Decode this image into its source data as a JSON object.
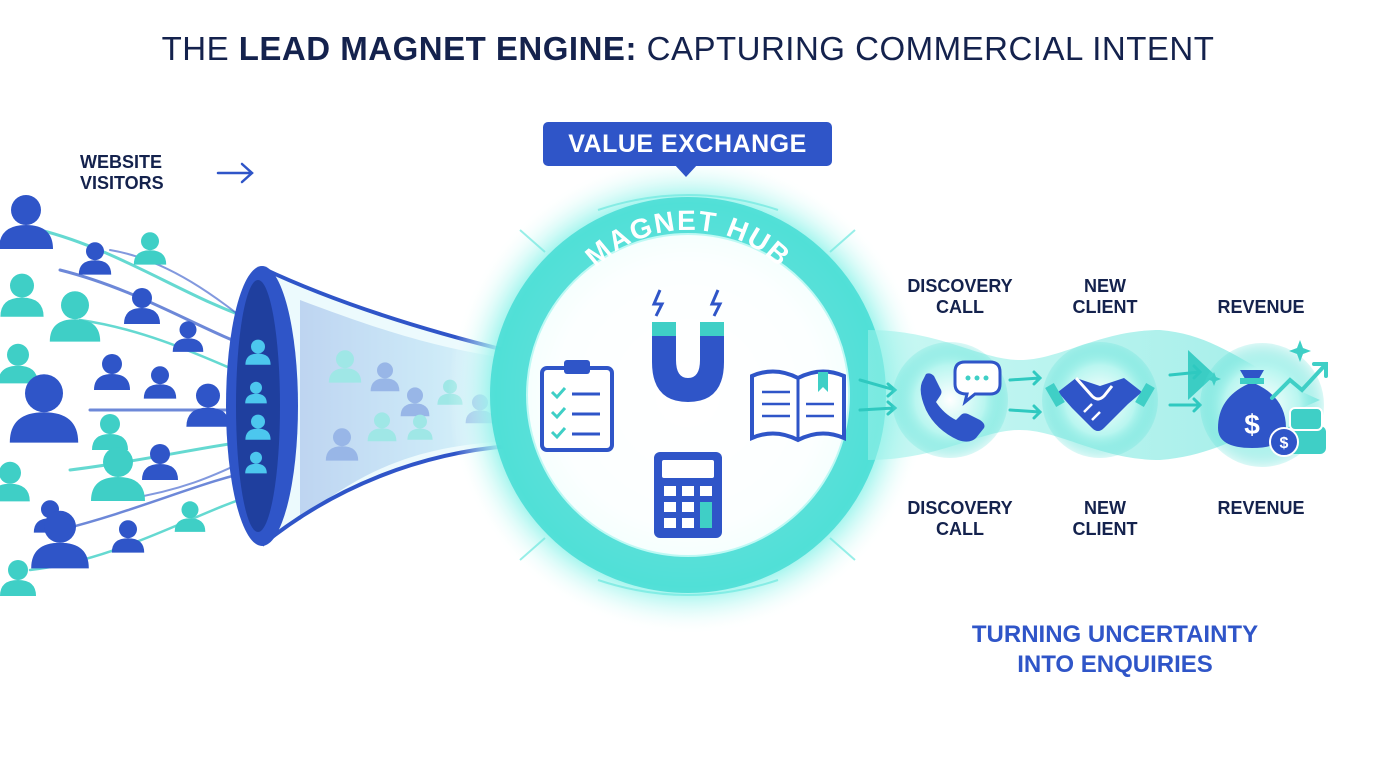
{
  "title": {
    "prefix": "THE ",
    "bold": "LEAD MAGNET ENGINE:",
    "suffix": " CAPTURING COMMERCIAL INTENT"
  },
  "entry_label": "WEBSITE\nVISITORS",
  "badge_label": "VALUE EXCHANGE",
  "hub_label": "MAGNET HUB",
  "stages_top": [
    "DISCOVERY\nCALL",
    "NEW\nCLIENT",
    "REVENUE"
  ],
  "stages_bottom": [
    "DISCOVERY\nCALL",
    "NEW\nCLIENT",
    "REVENUE"
  ],
  "tagline": "TURNING UNCERTAINTY\nINTO ENQUIRIES",
  "icons": [
    "person-icon",
    "funnel-icon",
    "magnet-icon",
    "checklist-icon",
    "ebook-icon",
    "calculator-icon",
    "phone-icon",
    "chat-bubble-icon",
    "handshake-icon",
    "money-bag-icon",
    "coin-stack-icon",
    "growth-arrow-icon",
    "arrow-right-icon"
  ],
  "colors": {
    "navy": "#14224d",
    "blue": "#2f55c8",
    "teal": "#3fcfc6",
    "teal_light": "#bff5f0",
    "cyan_glow": "#7ff0e8"
  }
}
